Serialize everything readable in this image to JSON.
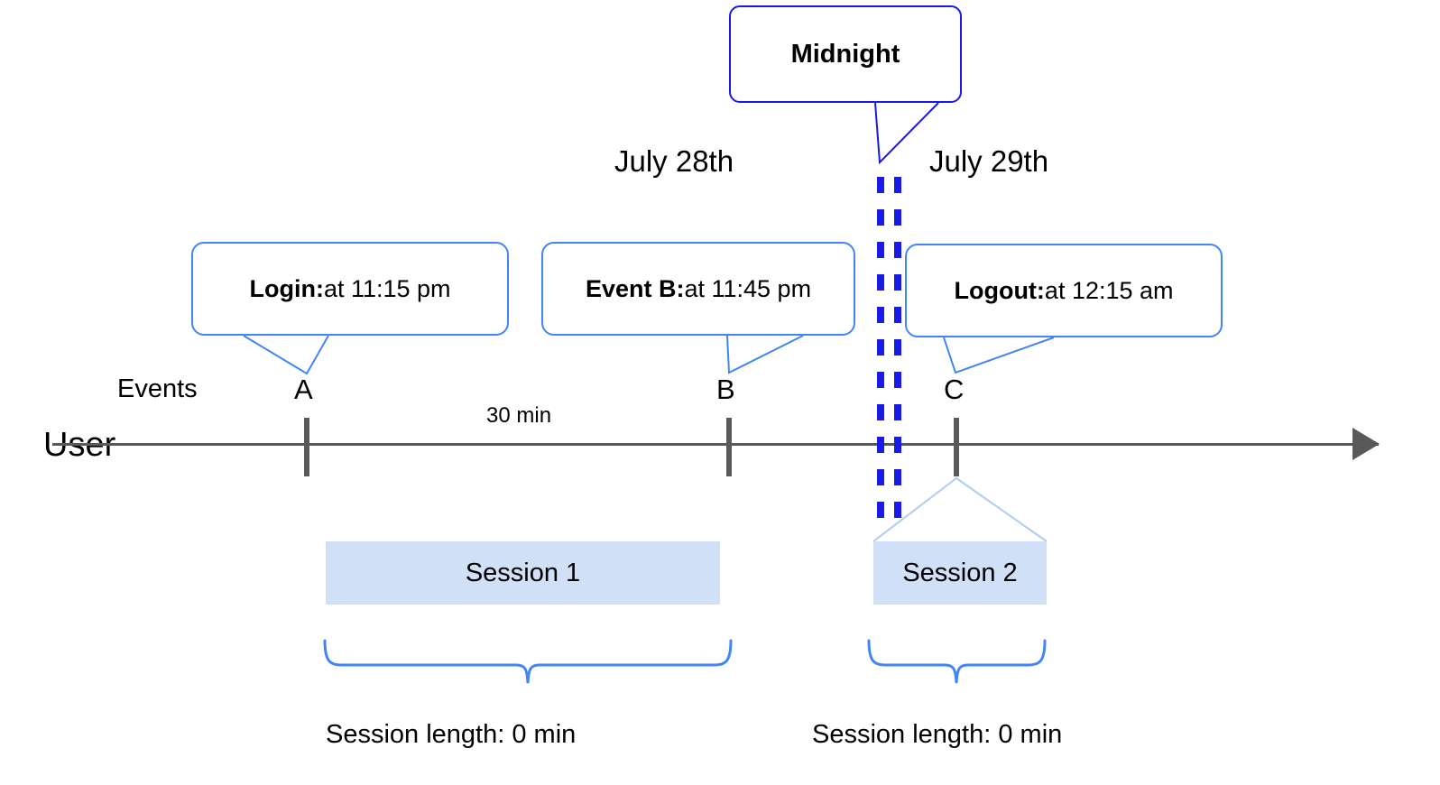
{
  "diagram": {
    "title_callouts": {
      "midnight": {
        "text": "Midnight"
      }
    },
    "axis_labels": {
      "user": "User",
      "events": "Events"
    },
    "dates": [
      {
        "name": "july-28",
        "text": "July 28th"
      },
      {
        "name": "july-29",
        "text": "July 29th"
      }
    ],
    "events": [
      {
        "letter": "A",
        "callout_lead": "Login:",
        "callout_rest": " at 11:15 pm",
        "time": "11:15 pm"
      },
      {
        "letter": "B",
        "callout_lead": "Event B:",
        "callout_rest": " at 11:45 pm",
        "time": "11:45 pm"
      },
      {
        "letter": "C",
        "callout_lead": "Logout:",
        "callout_rest": " at 12:15 am",
        "time": "12:15 am"
      }
    ],
    "interval_label": "30 min",
    "sessions": [
      {
        "label": "Session 1",
        "length_label": "Session length: 0 min"
      },
      {
        "label": "Session 2",
        "length_label": "Session length: 0 min"
      }
    ],
    "colors": {
      "callout_border": "#4285f4",
      "midnight_border": "#1a1ae6",
      "midnight_dash": "#1a1ae6",
      "session_fill": "#cfe0f7",
      "axis": "#595959",
      "brace": "#4285f4",
      "tent": "#aecbf5"
    }
  }
}
